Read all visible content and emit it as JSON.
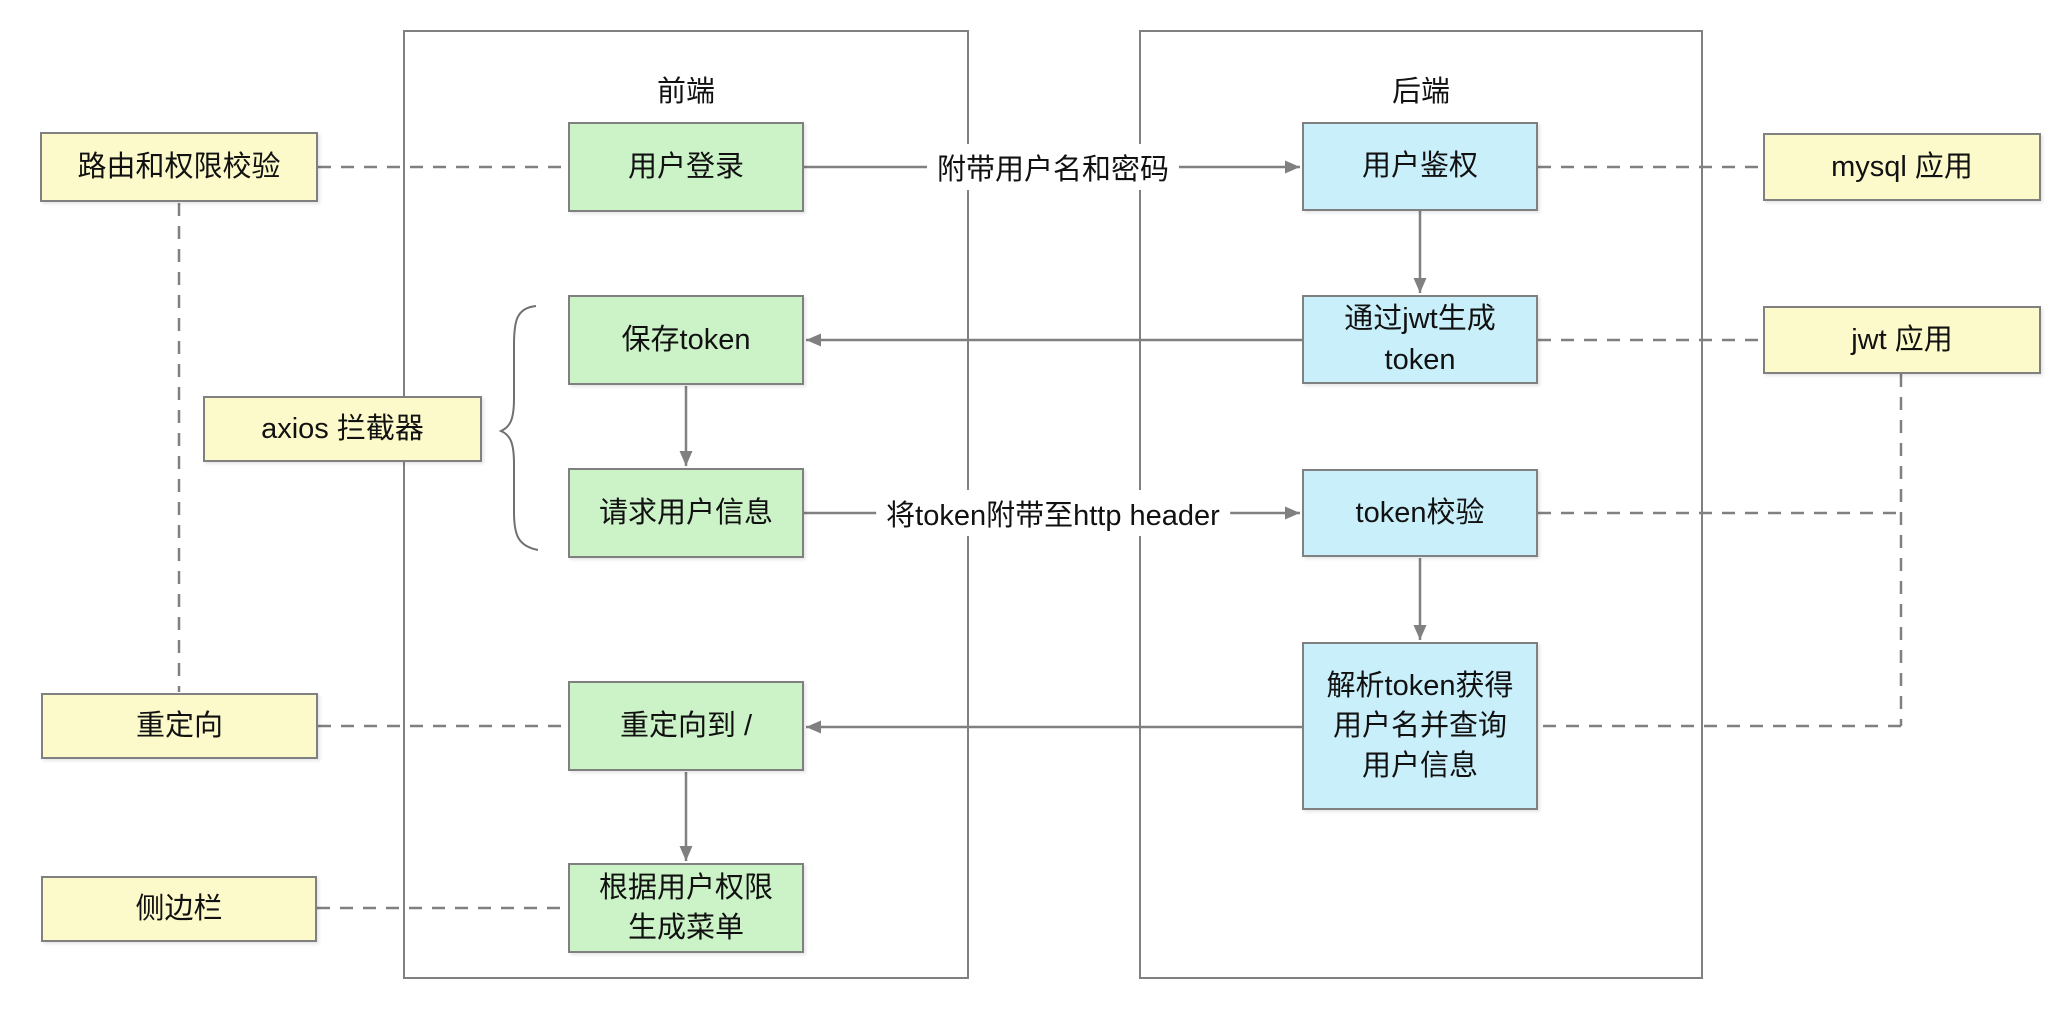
{
  "colors": {
    "background": "#ffffff",
    "border": "#808080",
    "connector": "#808080",
    "text": "#111111",
    "yellow_node": "#fcfacb",
    "green_node": "#ccf2c8",
    "cyan_node": "#c9f0fa"
  },
  "groups": {
    "frontend": {
      "label": "前端"
    },
    "backend": {
      "label": "后端"
    }
  },
  "annotations": {
    "route_guard": {
      "label": "路由和权限校验"
    },
    "axios_interceptor": {
      "label": "axios 拦截器"
    },
    "redirect": {
      "label": "重定向"
    },
    "sidebar": {
      "label": "侧边栏"
    },
    "mysql_app": {
      "label": "mysql 应用"
    },
    "jwt_app": {
      "label": "jwt 应用"
    }
  },
  "frontend_nodes": {
    "login": {
      "label": "用户登录"
    },
    "save_token": {
      "label": "保存token"
    },
    "request_user_info": {
      "label": "请求用户信息"
    },
    "redirect_to_root": {
      "label": "重定向到 /"
    },
    "generate_menu": {
      "label": "根据用户权限\n生成菜单"
    }
  },
  "backend_nodes": {
    "authenticate": {
      "label": "用户鉴权"
    },
    "generate_token": {
      "label": "通过jwt生成\ntoken"
    },
    "verify_token": {
      "label": "token校验"
    },
    "parse_token": {
      "label": "解析token获得\n用户名并查询\n用户信息"
    }
  },
  "edge_labels": {
    "login_to_authenticate": {
      "label": "附带用户名和密码"
    },
    "request_to_verify": {
      "label": "将token附带至http header"
    }
  }
}
